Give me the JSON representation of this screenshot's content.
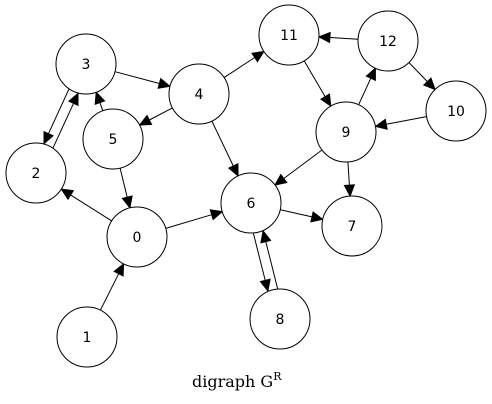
{
  "graph": {
    "caption": "digraph G",
    "caption_superscript": "R",
    "nodes": [
      {
        "id": "0",
        "label": "0"
      },
      {
        "id": "1",
        "label": "1"
      },
      {
        "id": "2",
        "label": "2"
      },
      {
        "id": "3",
        "label": "3"
      },
      {
        "id": "4",
        "label": "4"
      },
      {
        "id": "5",
        "label": "5"
      },
      {
        "id": "6",
        "label": "6"
      },
      {
        "id": "7",
        "label": "7"
      },
      {
        "id": "8",
        "label": "8"
      },
      {
        "id": "9",
        "label": "9"
      },
      {
        "id": "10",
        "label": "10"
      },
      {
        "id": "11",
        "label": "11"
      },
      {
        "id": "12",
        "label": "12"
      }
    ],
    "edges": [
      {
        "from": "1",
        "to": "0"
      },
      {
        "from": "0",
        "to": "2"
      },
      {
        "from": "0",
        "to": "6"
      },
      {
        "from": "5",
        "to": "0"
      },
      {
        "from": "2",
        "to": "3"
      },
      {
        "from": "3",
        "to": "2"
      },
      {
        "from": "5",
        "to": "3"
      },
      {
        "from": "3",
        "to": "4"
      },
      {
        "from": "4",
        "to": "5"
      },
      {
        "from": "4",
        "to": "11"
      },
      {
        "from": "4",
        "to": "6"
      },
      {
        "from": "6",
        "to": "7"
      },
      {
        "from": "6",
        "to": "8"
      },
      {
        "from": "8",
        "to": "6"
      },
      {
        "from": "9",
        "to": "6"
      },
      {
        "from": "9",
        "to": "7"
      },
      {
        "from": "9",
        "to": "12"
      },
      {
        "from": "11",
        "to": "9"
      },
      {
        "from": "12",
        "to": "11"
      },
      {
        "from": "12",
        "to": "10"
      },
      {
        "from": "10",
        "to": "9"
      }
    ]
  }
}
